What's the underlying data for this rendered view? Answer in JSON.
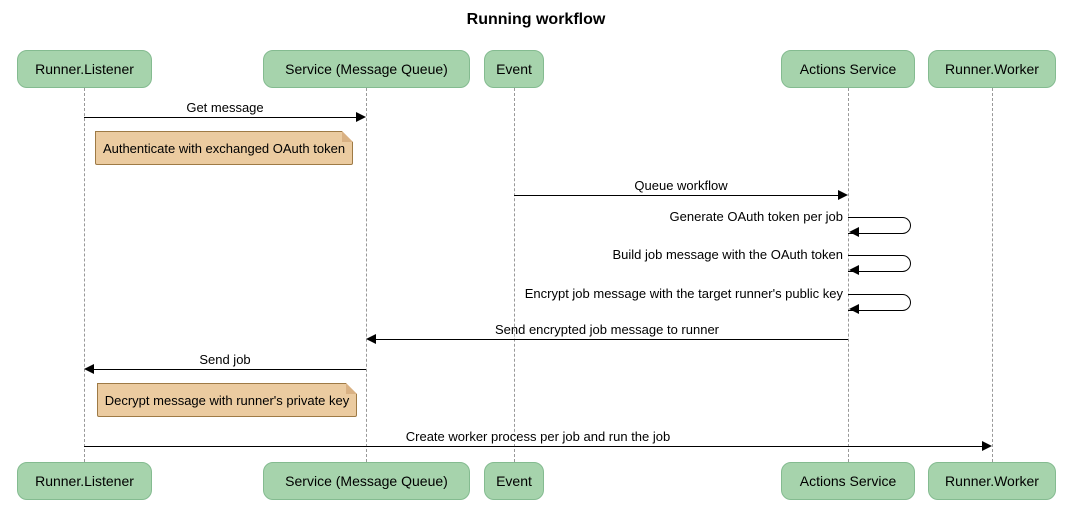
{
  "title": "Running workflow",
  "participants": [
    {
      "id": "runner-listener",
      "label": "Runner.Listener"
    },
    {
      "id": "service-message-queue",
      "label": "Service (Message Queue)"
    },
    {
      "id": "event",
      "label": "Event"
    },
    {
      "id": "actions-service",
      "label": "Actions Service"
    },
    {
      "id": "runner-worker",
      "label": "Runner.Worker"
    }
  ],
  "messages": [
    {
      "from": "Runner.Listener",
      "to": "Service (Message Queue)",
      "label": "Get message"
    },
    {
      "from": "Event",
      "to": "Actions Service",
      "label": "Queue workflow"
    },
    {
      "from": "Actions Service",
      "to": "Actions Service",
      "label": "Generate OAuth token per job"
    },
    {
      "from": "Actions Service",
      "to": "Actions Service",
      "label": "Build job message with the OAuth token"
    },
    {
      "from": "Actions Service",
      "to": "Actions Service",
      "label": "Encrypt job message with the target runner's public key"
    },
    {
      "from": "Actions Service",
      "to": "Service (Message Queue)",
      "label": "Send encrypted job message to runner"
    },
    {
      "from": "Service (Message Queue)",
      "to": "Runner.Listener",
      "label": "Send job"
    },
    {
      "from": "Runner.Listener",
      "to": "Runner.Worker",
      "label": "Create worker process per job and run the job"
    }
  ],
  "notes": [
    {
      "over": "Runner.Listener",
      "label": "Authenticate with exchanged OAuth token"
    },
    {
      "over": "Runner.Listener",
      "label": "Decrypt message with runner's private key"
    }
  ],
  "colors": {
    "actor_fill": "#A6D3AC",
    "actor_border": "#84BB90",
    "note_fill": "#EBCBA0",
    "note_border": "#9E7A45",
    "lifeline": "#999999",
    "line": "#000000",
    "background": "#ffffff"
  }
}
